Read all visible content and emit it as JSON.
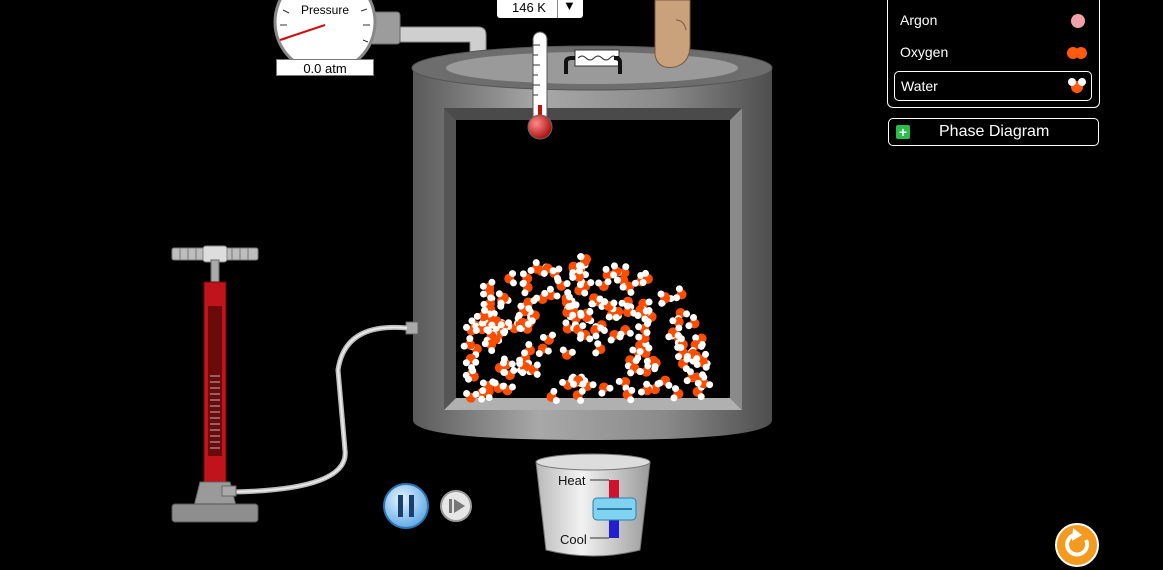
{
  "molecules": {
    "items": [
      {
        "label": "Argon",
        "icon": "argon-atom-icon",
        "color": "#f4a0a8",
        "selected": false
      },
      {
        "label": "Oxygen",
        "icon": "oxygen-molecule-icon",
        "color": "#ff5a10",
        "selected": false
      },
      {
        "label": "Water",
        "icon": "water-molecule-icon",
        "color": "#ff5a10",
        "selected": true
      }
    ]
  },
  "phase_diagram": {
    "label": "Phase Diagram",
    "icon": "plus-icon"
  },
  "temperature": {
    "value": "146 K",
    "dropdown_icon": "triangle-down-icon"
  },
  "pressure": {
    "gauge_label": "Pressure",
    "value": "0.0 atm"
  },
  "heater": {
    "heat_label": "Heat",
    "cool_label": "Cool",
    "level": 0
  },
  "controls": {
    "pause_icon": "pause-icon",
    "step_icon": "step-forward-icon",
    "reset_icon": "reset-icon"
  },
  "colors": {
    "accent_orange": "#f49a1e",
    "oxygen_red": "#ff4d00",
    "pump_red": "#c0131b",
    "container_gray": "#7a7a7a"
  }
}
